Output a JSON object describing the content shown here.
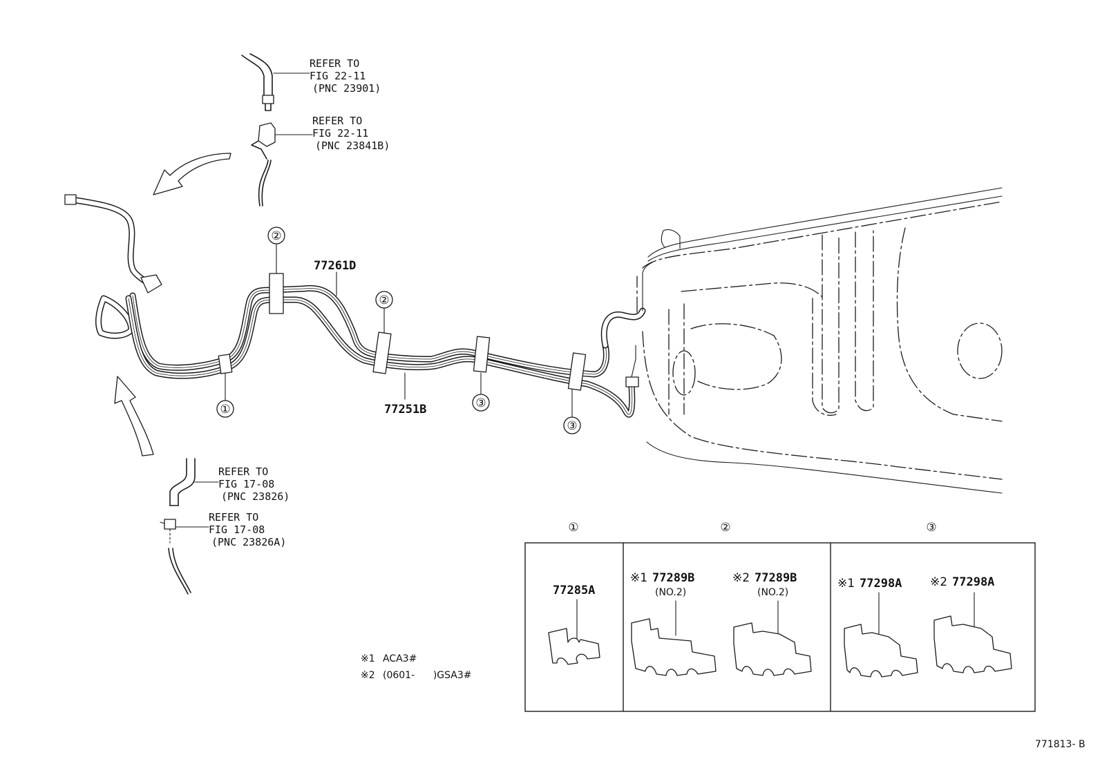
{
  "refs": [
    {
      "line1": "REFER TO",
      "line2": "FIG 22-11",
      "line3": "(PNC 23901)"
    },
    {
      "line1": "REFER TO",
      "line2": "FIG 22-11",
      "line3": "(PNC 23841B)"
    },
    {
      "line1": "REFER TO",
      "line2": "FIG 17-08",
      "line3": "(PNC 23826)"
    },
    {
      "line1": "REFER TO",
      "line2": "FIG 17-08",
      "line3": "(PNC 23826A)"
    }
  ],
  "parts": {
    "tube_upper": "77261D",
    "tube_lower": "77251B"
  },
  "callouts": [
    "①",
    "②",
    "③"
  ],
  "table": {
    "columns": [
      {
        "header": "①",
        "items": [
          {
            "prefix": "",
            "number": "77285A",
            "sub": ""
          }
        ]
      },
      {
        "header": "②",
        "items": [
          {
            "prefix": "※1",
            "number": "77289B",
            "sub": "(NO.2)"
          },
          {
            "prefix": "※2",
            "number": "77289B",
            "sub": "(NO.2)"
          }
        ]
      },
      {
        "header": "③",
        "items": [
          {
            "prefix": "※1",
            "number": "77298A",
            "sub": ""
          },
          {
            "prefix": "※2",
            "number": "77298A",
            "sub": ""
          }
        ]
      }
    ]
  },
  "notes": [
    {
      "mark": "※1",
      "text": "ACA3#"
    },
    {
      "mark": "※2",
      "text": "(0601-      )GSA3#"
    }
  ],
  "drawing_code": "771813- B"
}
